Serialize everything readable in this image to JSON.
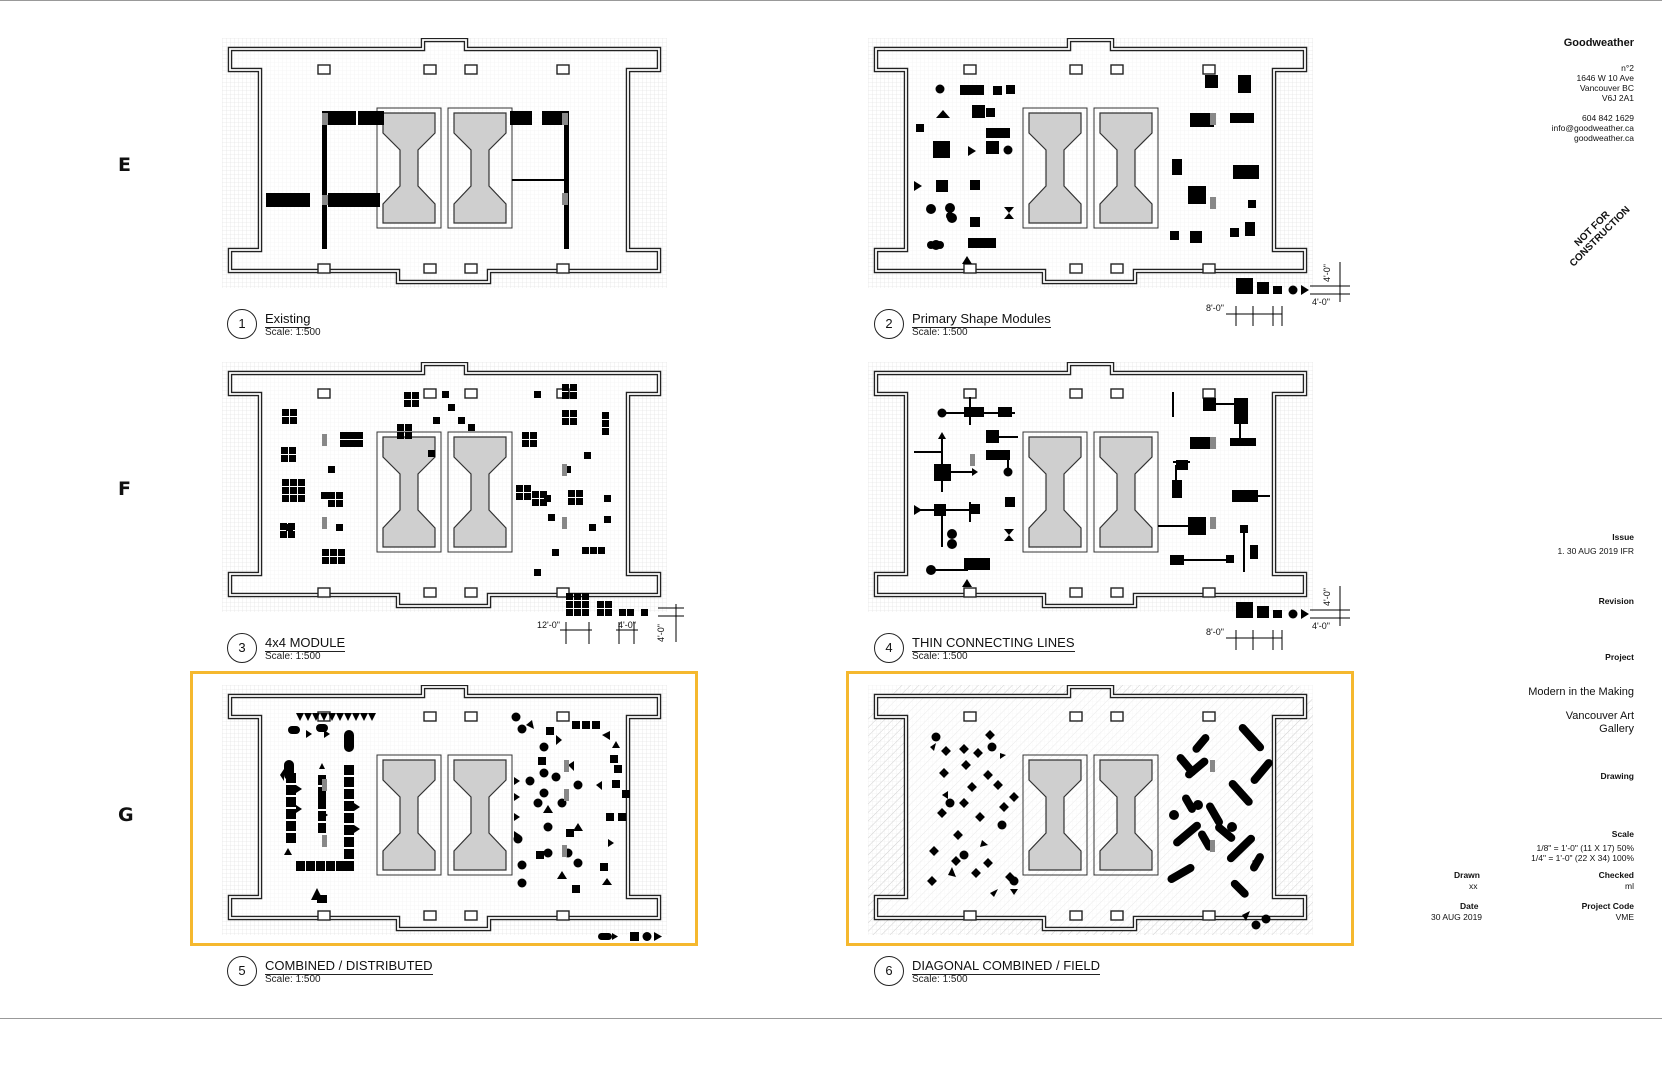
{
  "sheet": {
    "rows": [
      "E",
      "F",
      "G"
    ],
    "plans": [
      {
        "number": "1",
        "title": "Existing",
        "scale": "Scale: 1:500"
      },
      {
        "number": "2",
        "title": "Primary Shape Modules",
        "scale": "Scale: 1:500"
      },
      {
        "number": "3",
        "title": "4x4 MODULE",
        "scale": "Scale: 1:500"
      },
      {
        "number": "4",
        "title": "THIN CONNECTING LINES",
        "scale": "Scale: 1:500"
      },
      {
        "number": "5",
        "title": "COMBINED / DISTRIBUTED",
        "scale": "Scale: 1:500"
      },
      {
        "number": "6",
        "title": "DIAGONAL COMBINED / FIELD",
        "scale": "Scale: 1:500"
      }
    ],
    "dimensions": {
      "p2_h": "8'-0\"",
      "p2_w": "4'-0\"",
      "p2_v": "4'-0\"",
      "p3_a": "12'-0\"",
      "p3_b": "4'-0\"",
      "p3_v": "4'-0\"",
      "p4_h": "8'-0\"",
      "p4_w": "4'-0\"",
      "p4_v": "4'-0\""
    },
    "highlight_color": "#f5b82e"
  },
  "title_block": {
    "firm": "Goodweather",
    "address": [
      "n°2",
      "1646  W 10 Ave",
      "Vancouver BC",
      "V6J 2A1"
    ],
    "contact": [
      "604 842 1629",
      "info@goodweather.ca",
      "goodweather.ca"
    ],
    "stamp": [
      "NOT FOR",
      "CONSTRUCTION"
    ],
    "issue_label": "Issue",
    "issue_value": "1. 30 AUG 2019 IFR",
    "revision_label": "Revision",
    "project_label": "Project",
    "project_name": "Modern in the Making",
    "project_client": [
      "Vancouver Art",
      "Gallery"
    ],
    "drawing_label": "Drawing",
    "scale_label": "Scale",
    "scale_values": [
      "1/8\" = 1'-0\" (11 X 17) 50%",
      "1/4\" = 1'-0\" (22 X 34) 100%"
    ],
    "drawn_label": "Drawn",
    "drawn_value": "xx",
    "checked_label": "Checked",
    "checked_value": "ml",
    "date_label": "Date",
    "date_value": "30 AUG 2019",
    "code_label": "Project Code",
    "code_value": "VME"
  }
}
